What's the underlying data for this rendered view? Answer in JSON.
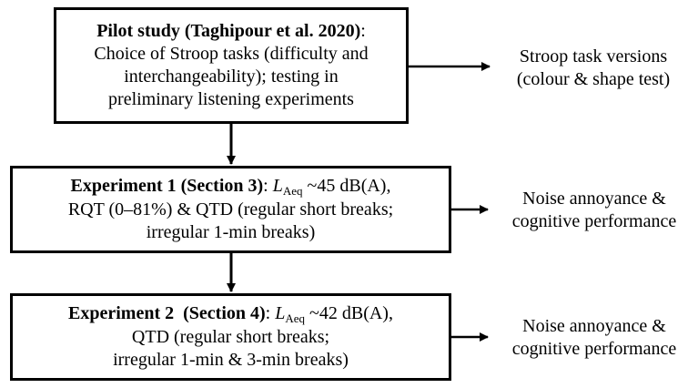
{
  "pilot": {
    "title": "Pilot study (Taghipour et al. 2020)",
    "title_colon": ":",
    "line2": "Choice of Stroop tasks (difficulty and",
    "line3": "interchangeability); testing in",
    "line4": "preliminary listening experiments"
  },
  "pilot_output": {
    "line1": "Stroop task versions",
    "line2": "(colour & shape test)"
  },
  "exp1": {
    "title": "Experiment 1 (Section 3)",
    "colon": ": ",
    "l_symbol": "L",
    "l_sub": "Aeq",
    "level": " ~45 dB(A),",
    "line2": "RQT (0–81%) & QTD (regular short breaks;",
    "line3": "irregular 1-min breaks)"
  },
  "exp1_output": {
    "line1": "Noise annoyance &",
    "line2": "cognitive performance"
  },
  "exp2": {
    "title": "Experiment 2  (Section 4)",
    "colon": ": ",
    "l_symbol": "L",
    "l_sub": "Aeq",
    "level": " ~42 dB(A),",
    "line2": "QTD (regular short breaks;",
    "line3": "irregular 1-min & 3-min breaks)"
  },
  "exp2_output": {
    "line1": "Noise annoyance &",
    "line2": "cognitive performance"
  }
}
